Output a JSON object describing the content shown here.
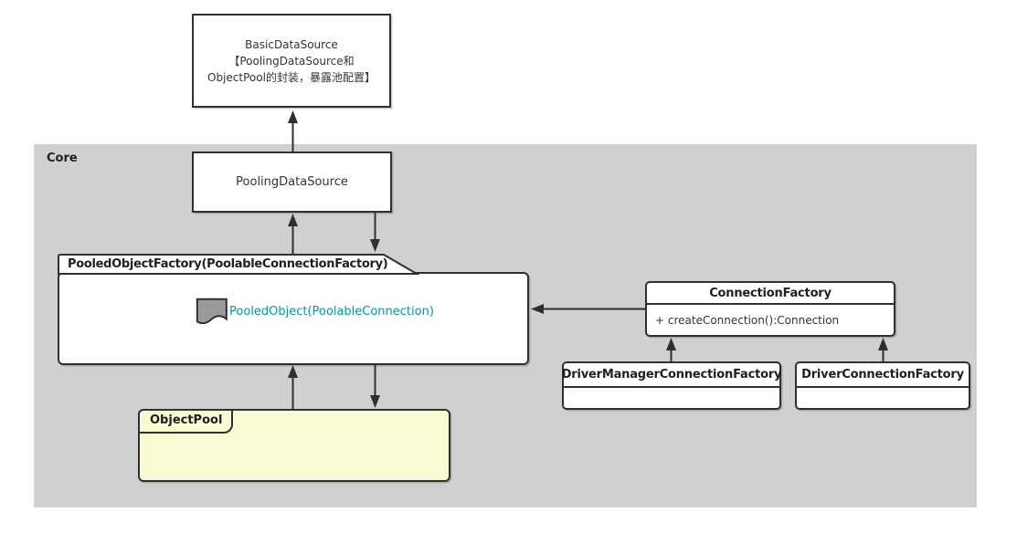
{
  "diagram": {
    "basic_data_source": {
      "lines": [
        "BasicDataSource",
        "【PoolingDataSource和",
        "ObjectPool的封装，暴露池配置】"
      ]
    },
    "core": {
      "label": "Core"
    },
    "pooling_data_source": {
      "label": "PoolingDataSource"
    },
    "pooled_object_factory": {
      "tab_label": "PooledObjectFactory(PoolableConnectionFactory)",
      "note_label": "PooledObject(PoolableConnection)"
    },
    "object_pool": {
      "tab_label": "ObjectPool"
    },
    "connection_factory": {
      "title": "ConnectionFactory",
      "method": "+ createConnection():Connection"
    },
    "driver_manager_connection_factory": {
      "title": "DriverManagerConnectionFactory"
    },
    "driver_connection_factory": {
      "title": "DriverConnectionFactory"
    },
    "colors": {
      "core_background": "#d0d0d0",
      "node_border": "#2f2f2f",
      "object_pool_fill": "#fafad2",
      "highlight_text": "#009c9c",
      "note_icon_fill": "#9a9a9a"
    }
  }
}
